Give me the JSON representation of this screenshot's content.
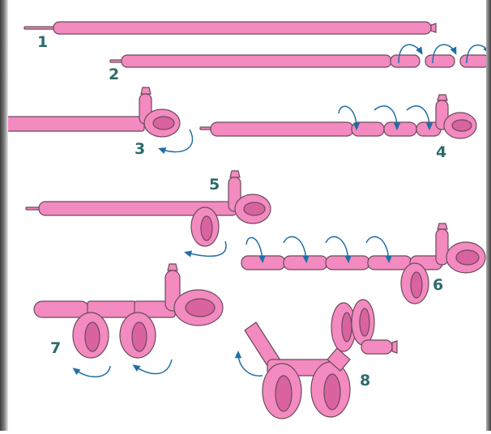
{
  "colors": {
    "balloon": "#f38ac0",
    "outline": "#6b4a5a",
    "arrow": "#1f6ea6",
    "label": "#2d6b6b",
    "background": "#ffffff"
  },
  "steps": [
    {
      "label": "1"
    },
    {
      "label": "2"
    },
    {
      "label": "3"
    },
    {
      "label": "4"
    },
    {
      "label": "5"
    },
    {
      "label": "6"
    },
    {
      "label": "7"
    },
    {
      "label": "8"
    }
  ]
}
